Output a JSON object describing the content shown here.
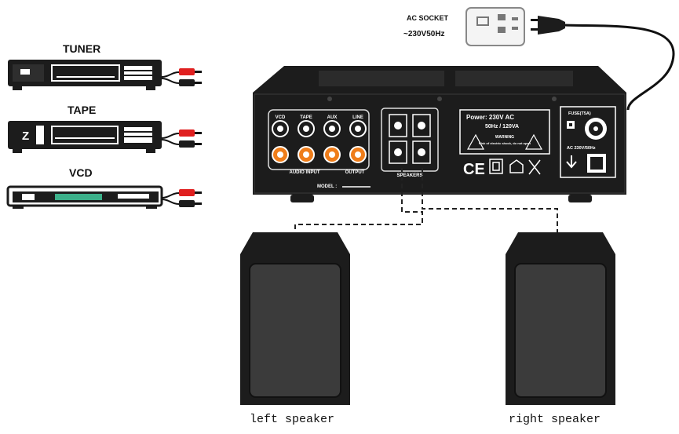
{
  "sources": {
    "tuner_label": "TUNER",
    "tape_label": "TAPE",
    "vcd_label": "VCD"
  },
  "ac_socket": {
    "title": "AC SOCKET",
    "spec": "~230V50Hz"
  },
  "amplifier": {
    "input_labels": [
      "VCD",
      "TAPE",
      "AUX",
      "LINE"
    ],
    "audio_input_label": "AUDIO INPUT",
    "output_label": "OUTPUT",
    "speakers_label": "SPEAKERS",
    "model_label": "MODEL :",
    "power_line1": "Power: 230V AC",
    "power_line2": "50Hz / 120VA",
    "warning_label": "WARNING",
    "warning_text": "Risk of electric shock, do not open",
    "fuse_label": "FUSE(T5A)",
    "ac_spec": "AC 230V/50Hz"
  },
  "speakers": {
    "left_label": "left speaker",
    "right_label": "right speaker"
  },
  "colors": {
    "device_dark": "#1c1c1c",
    "rca_red": "#e02020",
    "rca_orange": "#ef7d1a",
    "vcd_display": "#3cb08a"
  }
}
